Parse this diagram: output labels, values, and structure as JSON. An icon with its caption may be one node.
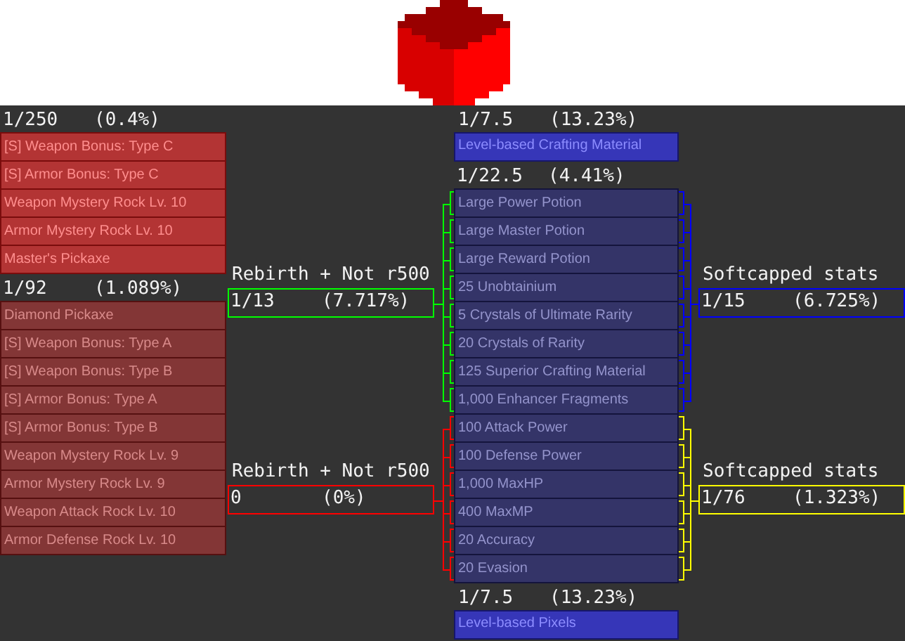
{
  "diagram": {
    "nodes": [
      {
        "text": [
          "1/250",
          "(0.4%)"
        ]
      },
      {
        "text": [
          "[S] Weapon Bonus: Type C"
        ],
        "in": 0
      },
      {
        "text": [
          "[S] Armor Bonus: Type C"
        ],
        "in": 0
      },
      {
        "text": [
          "Weapon Mystery Rock Lv. 10"
        ],
        "in": 0
      },
      {
        "text": [
          "Armor Mystery Rock Lv. 10"
        ],
        "in": 0
      },
      {
        "text": [
          "Master's Pickaxe"
        ],
        "in": 0
      },
      {
        "text": [
          "1/92",
          "(1.089%)"
        ]
      },
      {
        "text": [
          "Diamond Pickaxe"
        ],
        "in": 6
      },
      {
        "text": [
          "[S] Weapon Bonus: Type A"
        ],
        "in": 6
      },
      {
        "text": [
          "[S] Weapon Bonus: Type B"
        ],
        "in": 6
      },
      {
        "text": [
          "[S] Armor Bonus: Type A"
        ],
        "in": 6
      },
      {
        "text": [
          "[S] Armor Bonus: Type B"
        ],
        "in": 6
      },
      {
        "text": [
          "Weapon Mystery Rock Lv. 9"
        ],
        "in": 6
      },
      {
        "text": [
          "Armor Mystery Rock Lv. 9"
        ],
        "in": 6
      },
      {
        "text": [
          "Weapon Attack Rock Lv. 10"
        ],
        "in": 6
      },
      {
        "text": [
          "Armor Defense Rock Lv. 10"
        ],
        "in": 6
      },
      {
        "text": [
          "Rebirth + Not r500",
          "1/13",
          "(7.717%)"
        ]
      },
      {
        "text": [
          "Rebirth + Not r500",
          "0",
          "(0%)"
        ]
      },
      {
        "text": [
          "1/7.5",
          "(13.23%)",
          "Level-based Crafting Material"
        ]
      },
      {
        "text": [
          "1/22.5",
          "(4.41%)"
        ]
      },
      {
        "text": [
          "Large Power Potion"
        ],
        "in": 19
      },
      {
        "text": [
          "Large Master Potion"
        ],
        "in": 19
      },
      {
        "text": [
          "Large Reward Potion"
        ],
        "in": 19
      },
      {
        "text": [
          "25 Unobtainium"
        ],
        "in": 19
      },
      {
        "text": [
          "5 Crystals of Ultimate Rarity"
        ],
        "in": 19
      },
      {
        "text": [
          "20 Crystals of Rarity"
        ],
        "in": 19
      },
      {
        "text": [
          "125 Superior Crafting Material"
        ],
        "in": 19
      },
      {
        "text": [
          "1,000 Enhancer Fragments"
        ],
        "in": 19
      },
      {
        "text": [
          "100 Attack Power"
        ],
        "in": 19
      },
      {
        "text": [
          "100 Defense Power"
        ],
        "in": 19
      },
      {
        "text": [
          "1,000 MaxHP"
        ],
        "in": 19
      },
      {
        "text": [
          "400 MaxMP"
        ],
        "in": 19
      },
      {
        "text": [
          "20 Accuracy"
        ],
        "in": 19
      },
      {
        "text": [
          "20 Evasion"
        ],
        "in": 19
      },
      {
        "text": [
          "1/7.5",
          "(13.23%)",
          "Level-based Pixels"
        ]
      },
      {
        "text": [
          "Softcapped stats",
          "1/15",
          "(6.725%)"
        ]
      },
      {
        "text": [
          "Softcapped stats",
          "1/76",
          "(1.323%)"
        ]
      }
    ],
    "edges": [
      {
        "from": 20,
        "to": 16,
        "arrow": "none",
        "color": "#00ff00"
      },
      {
        "from": 21,
        "to": 16,
        "arrow": "none",
        "color": "#00ff00"
      },
      {
        "from": 22,
        "to": 16,
        "arrow": "none",
        "color": "#00ff00"
      },
      {
        "from": 23,
        "to": 16,
        "arrow": "none",
        "color": "#00ff00"
      },
      {
        "from": 24,
        "to": 16,
        "arrow": "none",
        "color": "#00ff00"
      },
      {
        "from": 25,
        "to": 16,
        "arrow": "none",
        "color": "#00ff00"
      },
      {
        "from": 26,
        "to": 16,
        "arrow": "none",
        "color": "#00ff00"
      },
      {
        "from": 27,
        "to": 16,
        "arrow": "none",
        "color": "#00ff00"
      },
      {
        "from": 28,
        "to": 17,
        "arrow": "none",
        "color": "#ff0000"
      },
      {
        "from": 29,
        "to": 17,
        "arrow": "none",
        "color": "#ff0000"
      },
      {
        "from": 30,
        "to": 17,
        "arrow": "none",
        "color": "#ff0000"
      },
      {
        "from": 31,
        "to": 17,
        "arrow": "none",
        "color": "#ff0000"
      },
      {
        "from": 32,
        "to": 17,
        "arrow": "none",
        "color": "#ff0000"
      },
      {
        "from": 33,
        "to": 17,
        "arrow": "none",
        "color": "#ff0000"
      },
      {
        "from": 20,
        "to": 35,
        "arrow": "none",
        "color": "#0000ff"
      },
      {
        "from": 21,
        "to": 35,
        "arrow": "none",
        "color": "#0000ff"
      },
      {
        "from": 22,
        "to": 35,
        "arrow": "none",
        "color": "#0000ff"
      },
      {
        "from": 23,
        "to": 35,
        "arrow": "none",
        "color": "#0000ff"
      },
      {
        "from": 24,
        "to": 35,
        "arrow": "none",
        "color": "#0000ff"
      },
      {
        "from": 25,
        "to": 35,
        "arrow": "none",
        "color": "#0000ff"
      },
      {
        "from": 26,
        "to": 35,
        "arrow": "none",
        "color": "#0000ff"
      },
      {
        "from": 27,
        "to": 35,
        "arrow": "none",
        "color": "#0000ff"
      },
      {
        "from": 28,
        "to": 36,
        "arrow": "none",
        "color": "#ffff00"
      },
      {
        "from": 29,
        "to": 36,
        "arrow": "none",
        "color": "#ffff00"
      },
      {
        "from": 30,
        "to": 36,
        "arrow": "none",
        "color": "#ffff00"
      },
      {
        "from": 31,
        "to": 36,
        "arrow": "none",
        "color": "#ffff00"
      },
      {
        "from": 32,
        "to": 36,
        "arrow": "none",
        "color": "#ffff00"
      },
      {
        "from": 33,
        "to": 36,
        "arrow": "none",
        "color": "#ffff00"
      }
    ]
  }
}
